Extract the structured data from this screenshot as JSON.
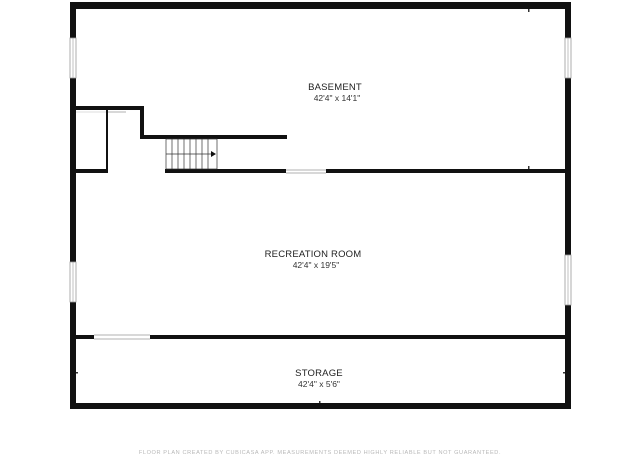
{
  "rooms": [
    {
      "name": "BASEMENT",
      "dimensions": "42'4\" x 14'1\""
    },
    {
      "name": "RECREATION ROOM",
      "dimensions": "42'4\" x 19'5\""
    },
    {
      "name": "STORAGE",
      "dimensions": "42'4\" x 5'6\""
    }
  ],
  "footer": "FLOOR PLAN CREATED BY CUBICASA APP. MEASUREMENTS DEEMED HIGHLY RELIABLE BUT NOT GUARANTEED."
}
